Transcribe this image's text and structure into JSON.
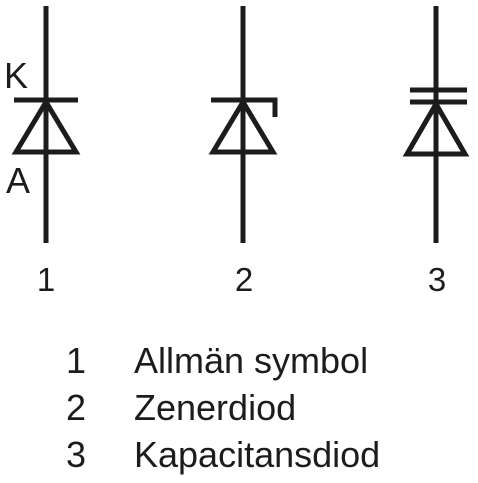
{
  "labels": {
    "cathode": "K",
    "anode": "A"
  },
  "symbols": [
    {
      "number": "1",
      "type": "general-diode"
    },
    {
      "number": "2",
      "type": "zener-diode"
    },
    {
      "number": "3",
      "type": "capacitance-diode"
    }
  ],
  "legend": [
    {
      "number": "1",
      "text": "Allmän symbol"
    },
    {
      "number": "2",
      "text": "Zenerdiod"
    },
    {
      "number": "3",
      "text": "Kapacitansdiod"
    }
  ],
  "colors": {
    "ink": "#1c1c1c",
    "background": "#ffffff"
  }
}
